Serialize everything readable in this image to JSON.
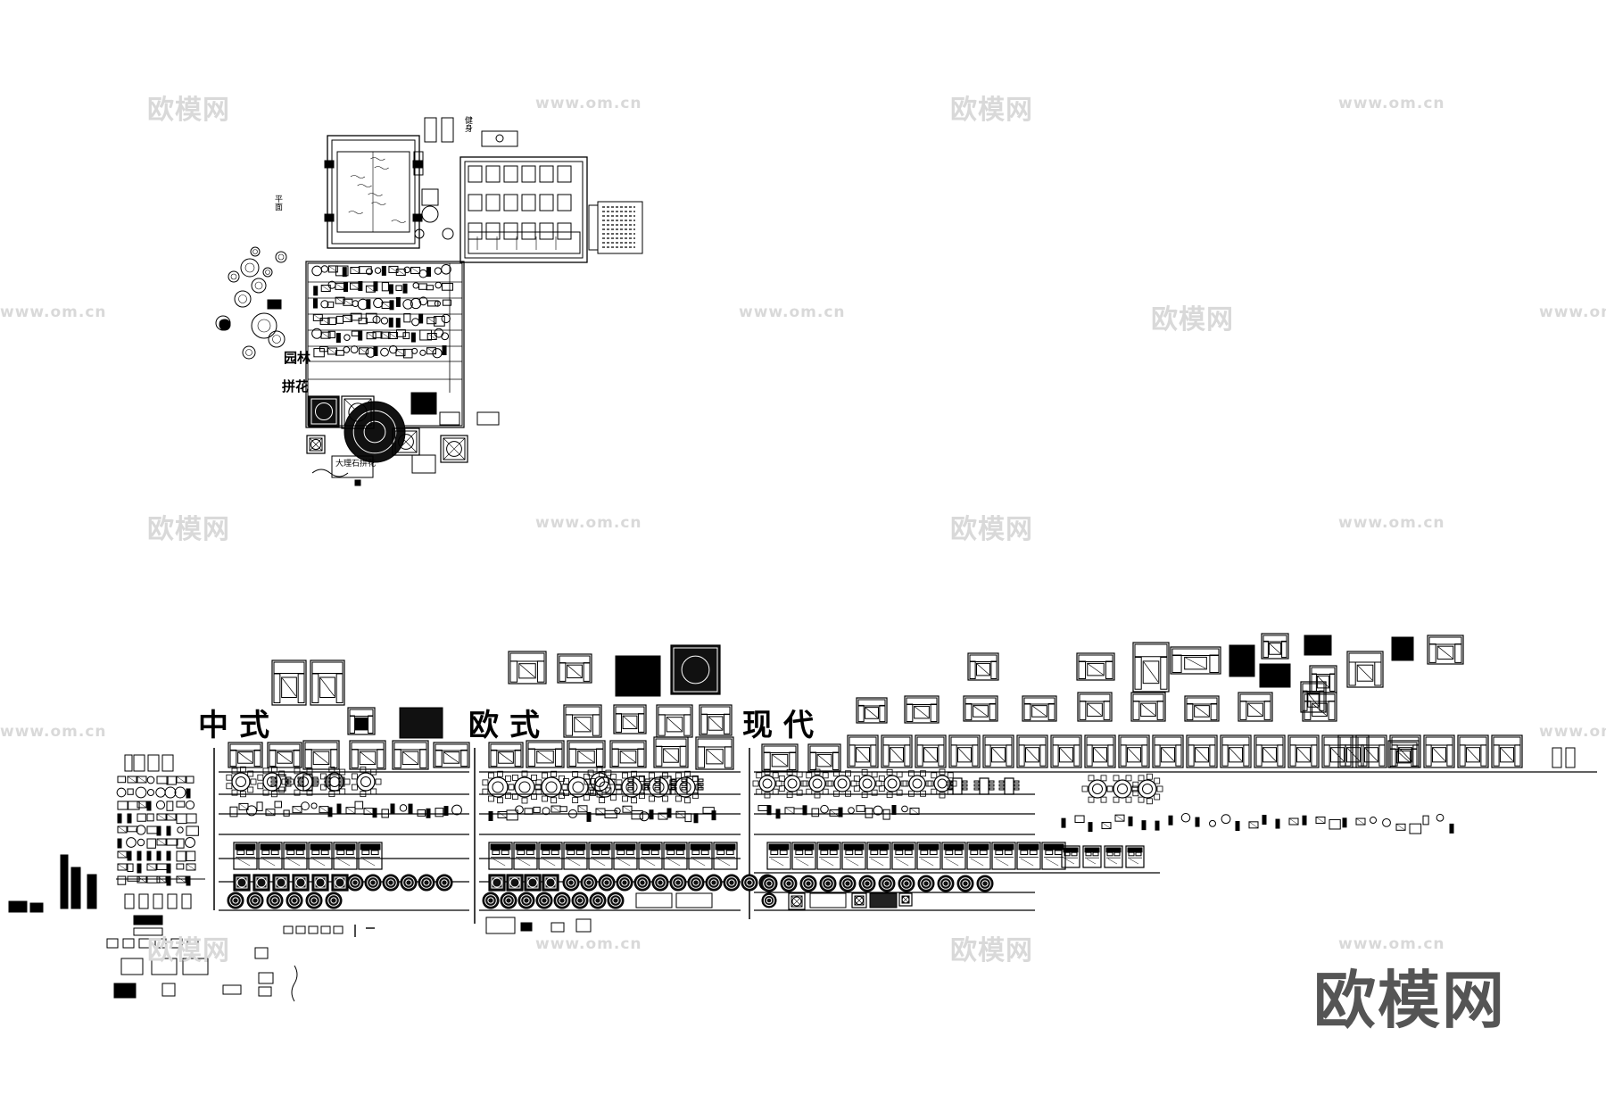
{
  "watermark": {
    "cn": "欧模网",
    "url": "www.om.cn"
  },
  "brand_logo": "欧模网",
  "categories": {
    "chinese": "中式",
    "european": "欧式",
    "modern": "现代"
  },
  "labels": {
    "garden": "园林",
    "parquet": "拼花",
    "plan": "平面",
    "fitness": "健身",
    "marble_note": "大理石拼花"
  }
}
